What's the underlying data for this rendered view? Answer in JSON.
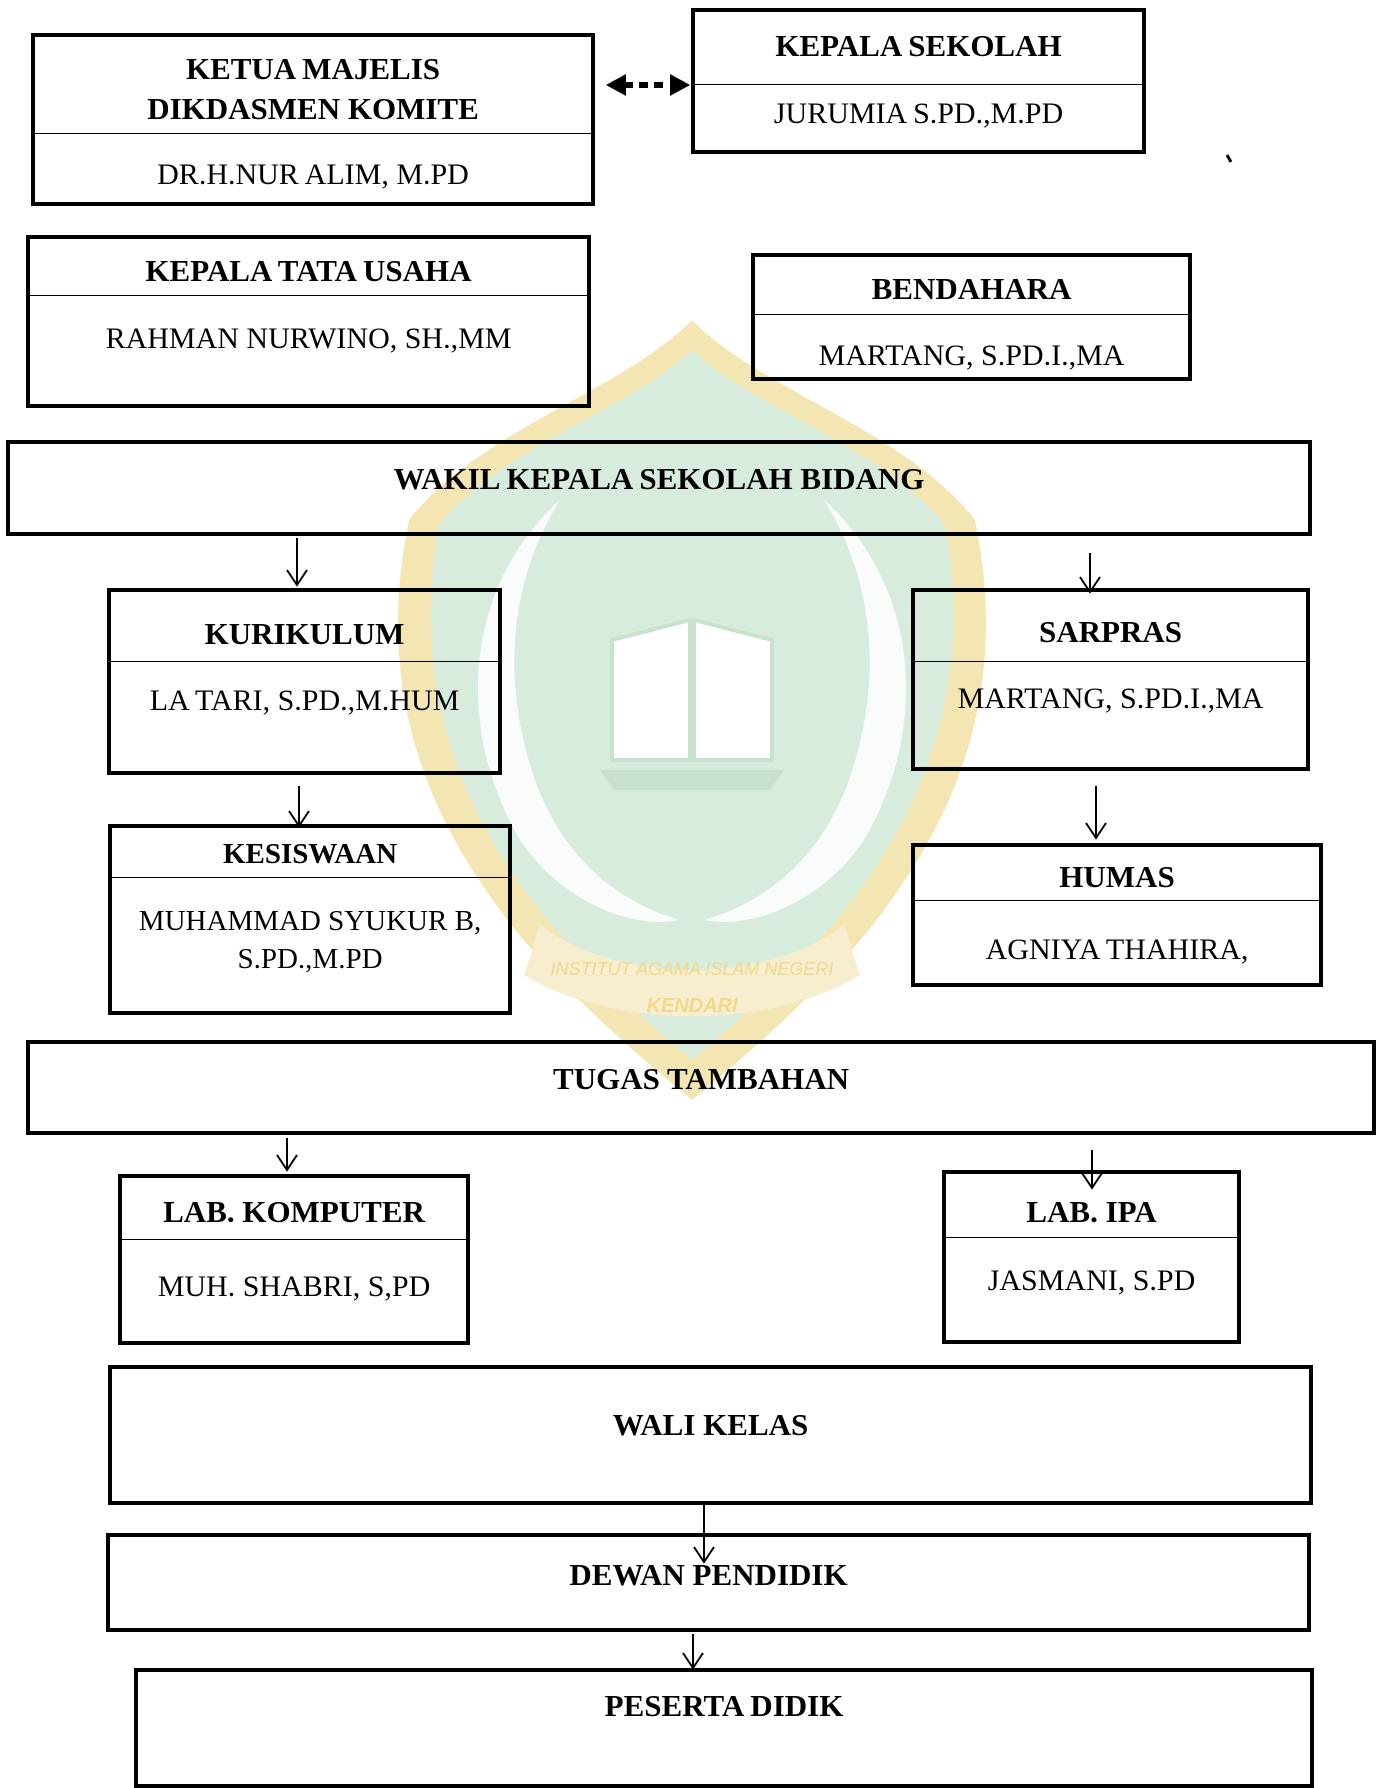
{
  "watermark": {
    "institution_text": "INSTITUT AGAMA ISLAM NEGERI",
    "city_text": "KENDARI"
  },
  "colors": {
    "watermark_green": "#d7ecdc",
    "watermark_gold": "#f3e6b3",
    "box_border": "#000000"
  },
  "boxes": {
    "ketua": {
      "title": "KETUA MAJELIS DIKDASMEN KOMITE",
      "name": "DR.H.NUR ALIM, M.PD"
    },
    "kepala_sekolah": {
      "title": "KEPALA SEKOLAH",
      "name": "JURUMIA S.PD.,M.PD"
    },
    "kepala_tu": {
      "title": "KEPALA TATA USAHA",
      "name": "RAHMAN NURWINO, SH.,MM"
    },
    "bendahara": {
      "title": "BENDAHARA",
      "name": "MARTANG, S.PD.I.,MA"
    },
    "wakil": {
      "title": "WAKIL KEPALA SEKOLAH BIDANG"
    },
    "kurikulum": {
      "title": "KURIKULUM",
      "name": "LA TARI, S.PD.,M.HUM"
    },
    "sarpras": {
      "title": "SARPRAS",
      "name": "MARTANG, S.PD.I.,MA"
    },
    "kesiswaan": {
      "title": "KESISWAAN",
      "name": "MUHAMMAD SYUKUR B, S.PD.,M.PD"
    },
    "humas": {
      "title": "HUMAS",
      "name": "AGNIYA THAHIRA,"
    },
    "tugas": {
      "title": "TUGAS TAMBAHAN"
    },
    "lab_komputer": {
      "title": "LAB. KOMPUTER",
      "name": "MUH. SHABRI, S,PD"
    },
    "lab_ipa": {
      "title": "LAB. IPA",
      "name": "JASMANI, S.PD"
    },
    "wali_kelas": {
      "title": "WALI KELAS"
    },
    "dewan_pendidik": {
      "title": "DEWAN PENDIDIK"
    },
    "peserta_didik": {
      "title": "PESERTA DIDIK"
    }
  }
}
